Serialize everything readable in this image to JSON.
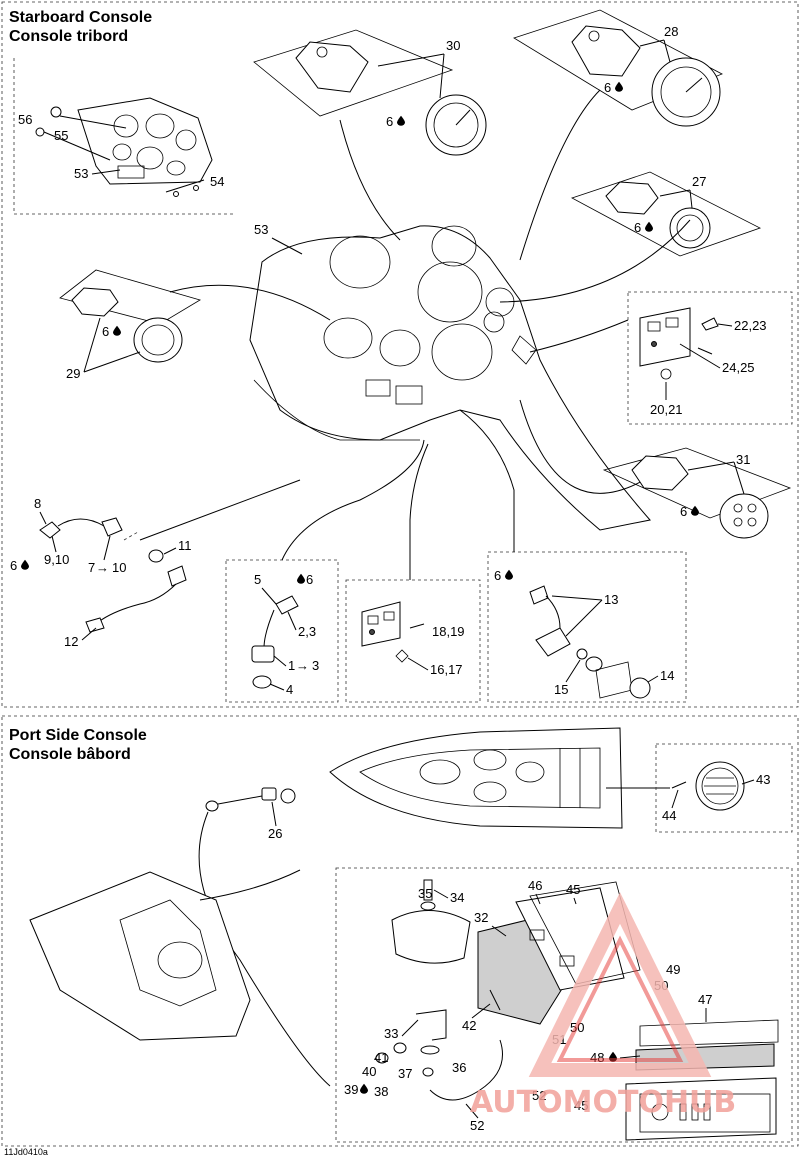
{
  "sections": {
    "starboard": {
      "title_en": "Starboard Console",
      "title_fr": "Console tribord"
    },
    "port": {
      "title_en": "Port Side Console",
      "title_fr": "Console bâbord"
    }
  },
  "callouts": {
    "c30": "30",
    "c28": "28",
    "c27": "27",
    "c29": "29",
    "c31": "31",
    "c53a": "53",
    "c53b": "53",
    "c54": "54",
    "c55": "55",
    "c56": "56",
    "c6_30": "6",
    "c6_28": "6",
    "c6_27": "6",
    "c6_29": "6",
    "c6_31": "6",
    "c6_8": "6",
    "c6_5": "6",
    "c6_13": "6",
    "c22": "22,23",
    "c24": "24,25",
    "c20": "20,21",
    "c8": "8",
    "c9": "9,10",
    "c7": "7",
    "c10": "10",
    "c11": "11",
    "c12": "12",
    "c5": "5",
    "c2": "2,3",
    "c1": "1",
    "c3": "3",
    "c4": "4",
    "c18": "18,19",
    "c16": "16,17",
    "c13": "13",
    "c14": "14",
    "c15": "15",
    "c26": "26",
    "c43": "43",
    "c44": "44",
    "c34": "34",
    "c35": "35",
    "c32": "32",
    "c46": "46",
    "c45a": "45",
    "c49": "49",
    "c50a": "50",
    "c50b": "50",
    "c51": "51",
    "c47": "47",
    "c48": "48",
    "c33": "33",
    "c42": "42",
    "c41": "41",
    "c40": "40",
    "c39": "39",
    "c36": "36",
    "c37": "37",
    "c38": "38",
    "c52a": "52",
    "c52b": "52",
    "c45b": "45"
  },
  "figure_ref": "11Jd0410a",
  "watermark": {
    "text": "AUTOMOTOHUB",
    "color": "#e53935",
    "secondary": "#f5b7b1"
  },
  "symbols": {
    "drop": "drop-icon",
    "arrow": "arrow-right-icon"
  }
}
